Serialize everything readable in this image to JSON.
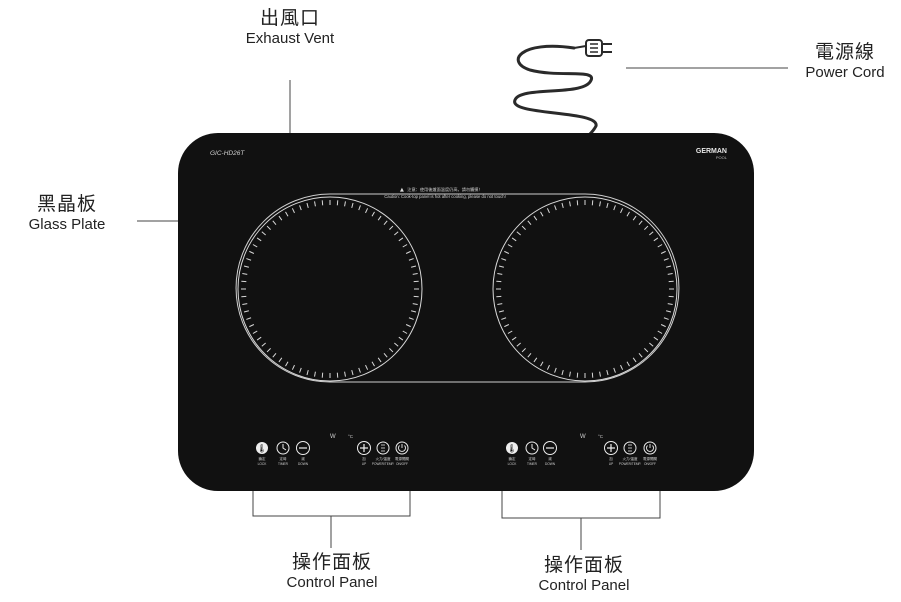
{
  "labels": {
    "exhaust": {
      "zh": "出風口",
      "en": "Exhaust Vent"
    },
    "power": {
      "zh": "電源線",
      "en": "Power Cord"
    },
    "glass": {
      "zh": "黑晶板",
      "en": "Glass Plate"
    },
    "panel_left": {
      "zh": "操作面板",
      "en": "Control Panel"
    },
    "panel_right": {
      "zh": "操作面板",
      "en": "Control Panel"
    }
  },
  "cooktop": {
    "model": "GIC-HD26T",
    "brand": "GERMAN",
    "brand_sub": "POOL",
    "warning_zh": "注意：使用後爐面溫度仍高，請勿觸摸！",
    "warning_en": "Caution: Cook-top panel is hot after cooking, please do not touch!",
    "controls": {
      "lock": {
        "zh": "鎖定",
        "en": "LOCK"
      },
      "timer": {
        "zh": "定時",
        "en": "TIMER"
      },
      "minus": {
        "zh": "減",
        "en": "DOWN"
      },
      "plus": {
        "zh": "加",
        "en": "UP"
      },
      "mode": {
        "zh": "火力/溫度",
        "en": "POWER/TEMP."
      },
      "power": {
        "zh": "電源開關",
        "en": "ON/OFF"
      },
      "power_unit": "W",
      "temp_unit": "°C"
    }
  },
  "colors": {
    "body": "#111111",
    "ring": "#d9d9d9",
    "line": "#444444"
  }
}
